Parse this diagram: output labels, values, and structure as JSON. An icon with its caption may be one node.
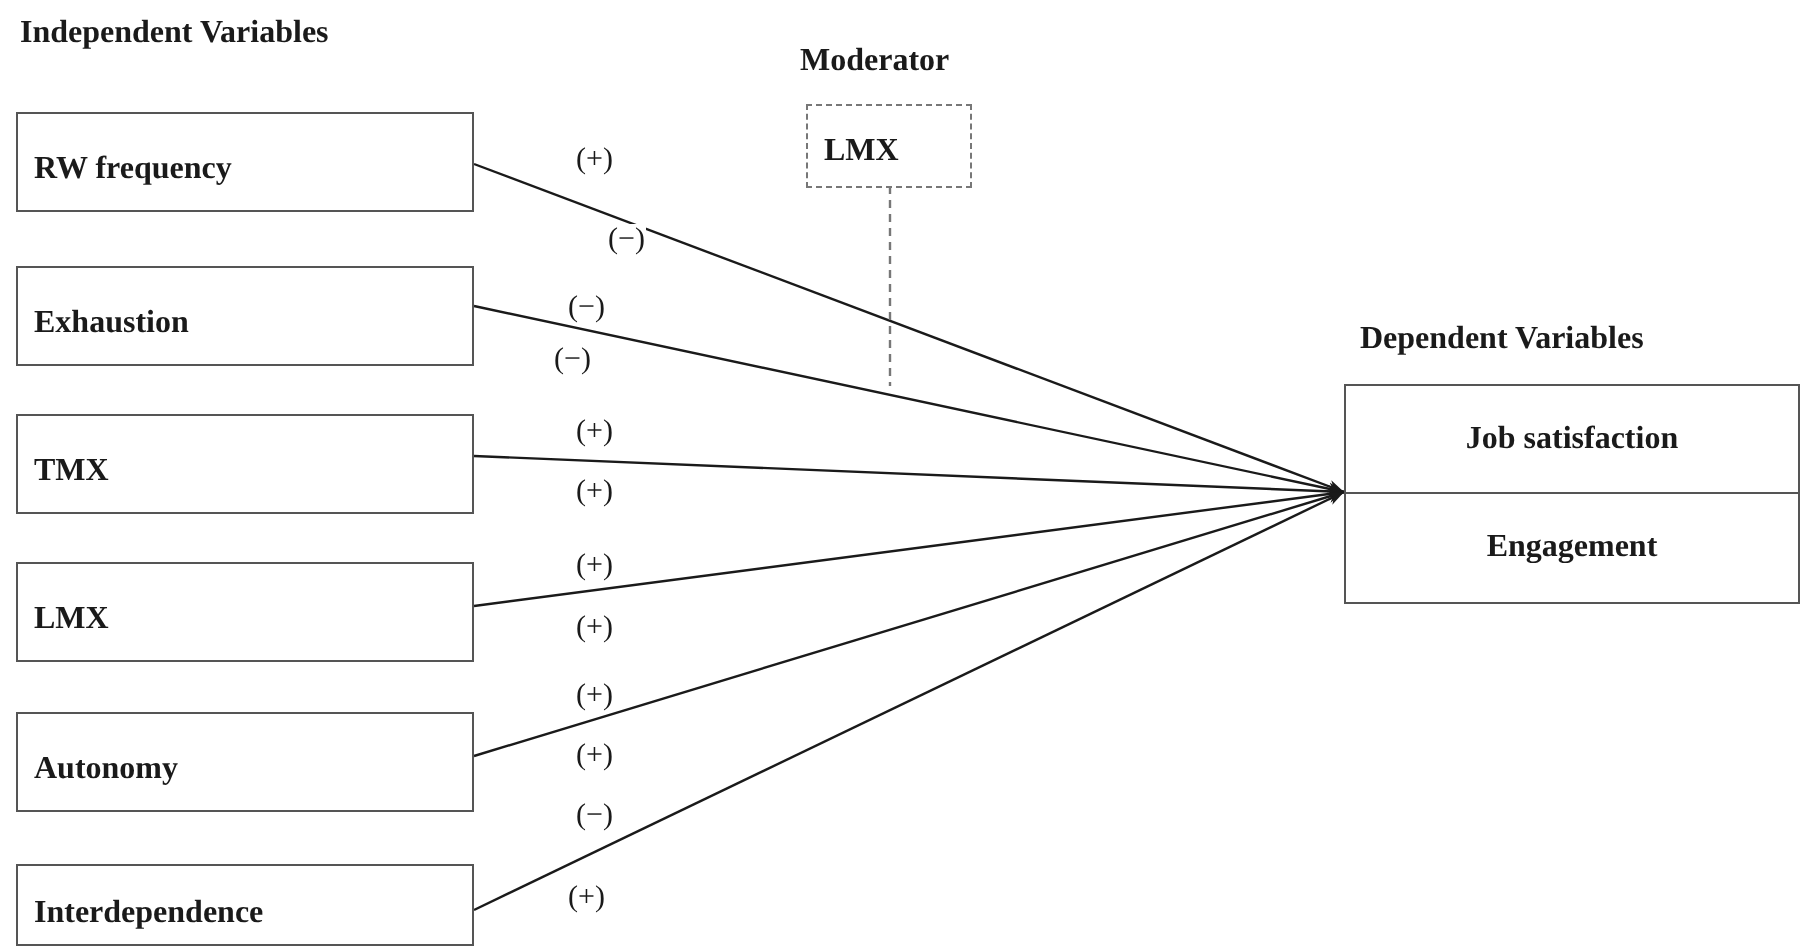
{
  "diagram": {
    "nodes": [
      {
        "text": [
          "RW frequency"
        ]
      },
      {
        "text": [
          "Exhaustion"
        ]
      },
      {
        "text": [
          "TMX"
        ]
      },
      {
        "text": [
          "LMX"
        ]
      },
      {
        "text": [
          "Autonomy"
        ]
      },
      {
        "text": [
          "Interdependence"
        ]
      },
      {
        "text": [
          "LMX"
        ]
      },
      {
        "text": [
          "Job satisfaction"
        ]
      },
      {
        "text": [
          "Engagement"
        ]
      }
    ],
    "edges": [
      {
        "from": 0,
        "to": 7,
        "arrow": "to",
        "label": "(+)"
      },
      {
        "from": 0,
        "to": 8,
        "arrow": "to",
        "label": "(−)"
      },
      {
        "from": 1,
        "to": 7,
        "arrow": "to",
        "label": "(−)"
      },
      {
        "from": 1,
        "to": 8,
        "arrow": "to",
        "label": "(−)"
      },
      {
        "from": 2,
        "to": 7,
        "arrow": "to",
        "label": "(+)"
      },
      {
        "from": 2,
        "to": 8,
        "arrow": "to",
        "label": "(+)"
      },
      {
        "from": 3,
        "to": 7,
        "arrow": "to",
        "label": "(+)"
      },
      {
        "from": 3,
        "to": 8,
        "arrow": "to",
        "label": "(+)"
      },
      {
        "from": 4,
        "to": 7,
        "arrow": "to",
        "label": "(+)"
      },
      {
        "from": 4,
        "to": 8,
        "arrow": "to",
        "label": "(+)"
      },
      {
        "from": 5,
        "to": 7,
        "arrow": "to",
        "label": "(−)"
      },
      {
        "from": 5,
        "to": 8,
        "arrow": "to",
        "label": "(+)"
      },
      {
        "from": 6,
        "to": null,
        "arrow": "none",
        "style": "dashed",
        "color": "#777777"
      }
    ],
    "labels": [
      "Independent Variables",
      "Moderator",
      "Dependent Variables"
    ]
  }
}
